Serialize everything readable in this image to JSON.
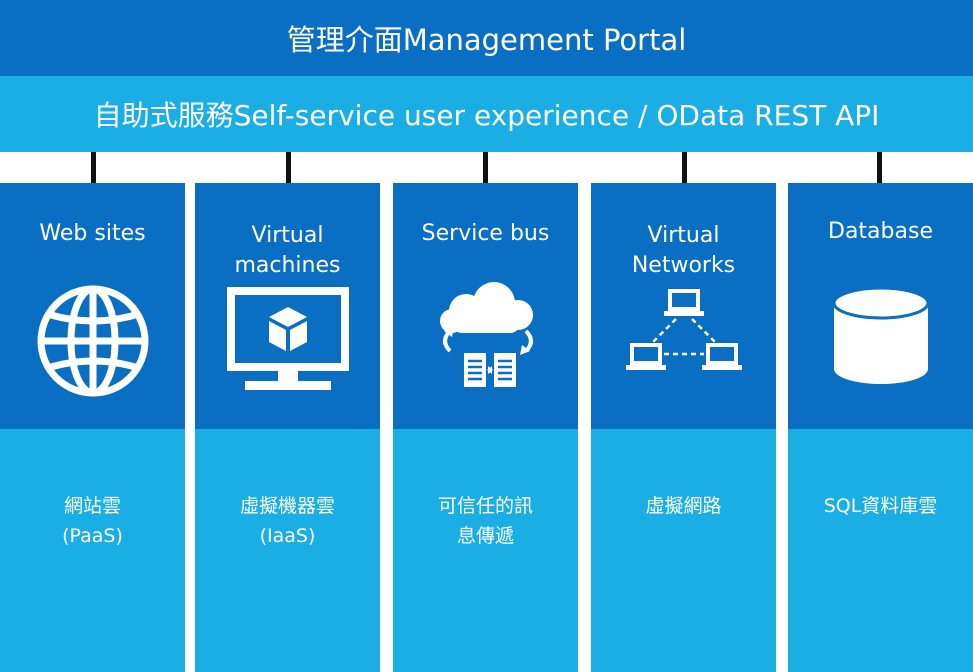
{
  "header": {
    "title": "管理介面Management Portal",
    "subtitle": "自助式服務Self-service user experience / OData REST API"
  },
  "colors": {
    "dark_blue": "#0a6fc2",
    "light_blue": "#1aaee4",
    "connector": "#111111"
  },
  "columns": [
    {
      "title": "Web sites",
      "icon": "globe-icon",
      "desc": "網站雲\n(PaaS)"
    },
    {
      "title": "Virtual\nmachines",
      "icon": "virtual-machine-monitor-icon",
      "desc": "虛擬機器雲\n(IaaS)"
    },
    {
      "title": "Service bus",
      "icon": "cloud-sync-icon",
      "desc": "可信任的訊\n息傳遞"
    },
    {
      "title": "Virtual\nNetworks",
      "icon": "network-computers-icon",
      "desc": "虛擬網路"
    },
    {
      "title": "Database",
      "icon": "database-cylinder-icon",
      "desc": "SQL資料庫雲"
    }
  ]
}
